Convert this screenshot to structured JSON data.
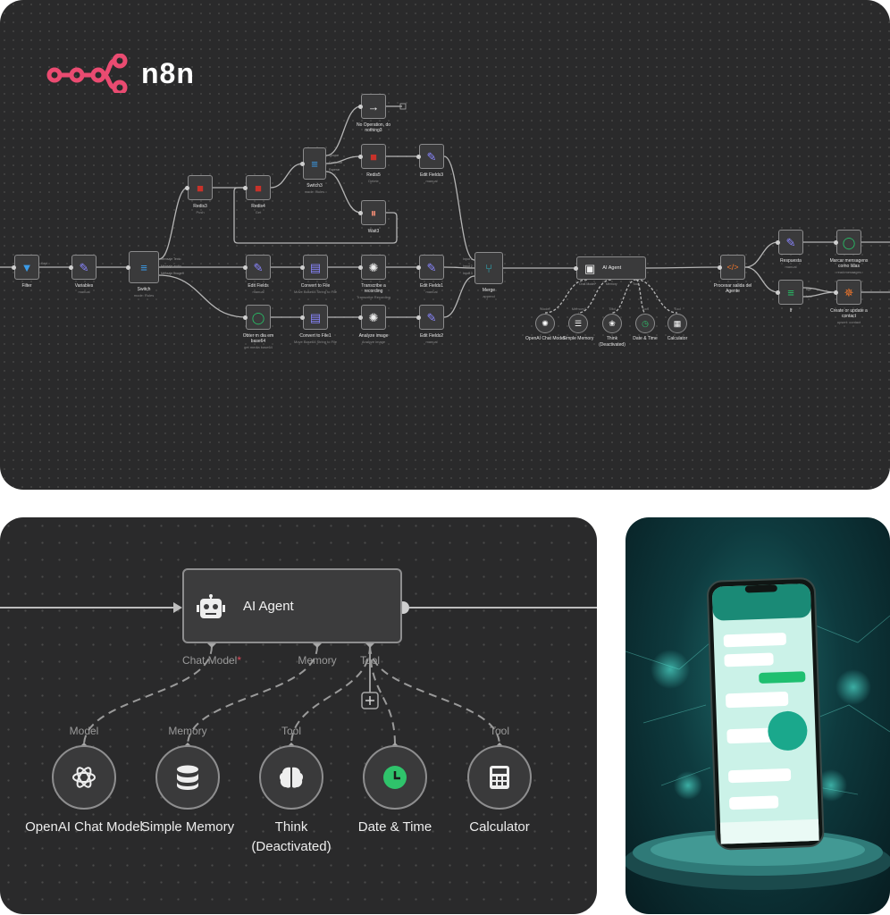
{
  "brand": {
    "logo_text": "n8n",
    "accent": "#ea4b71"
  },
  "workflow": {
    "nodes": [
      {
        "id": "filter",
        "name": "Filter",
        "subtitle": "",
        "icon": "filter-icon"
      },
      {
        "id": "variables",
        "name": "Variables",
        "subtitle": "manual",
        "icon": "pencil-icon"
      },
      {
        "id": "switch",
        "name": "Switch",
        "subtitle": "mode: Rules",
        "icon": "switch-icon"
      },
      {
        "id": "redis3",
        "name": "Redis3",
        "subtitle": "Push",
        "icon": "redis-icon"
      },
      {
        "id": "redis4",
        "name": "Redis4",
        "subtitle": "Get",
        "icon": "redis-icon"
      },
      {
        "id": "switch3",
        "name": "Switch3",
        "subtitle": "mode: Rules",
        "icon": "switch-icon"
      },
      {
        "id": "noop",
        "name": "No Operation, do nothing3",
        "subtitle": "",
        "icon": "arrow-right-icon"
      },
      {
        "id": "redis5",
        "name": "Redis5",
        "subtitle": "Delete",
        "icon": "redis-icon"
      },
      {
        "id": "edit3",
        "name": "Edit Fields3",
        "subtitle": "manual",
        "icon": "pencil-icon"
      },
      {
        "id": "wait3",
        "name": "Wait3",
        "subtitle": "",
        "icon": "pause-icon"
      },
      {
        "id": "edit",
        "name": "Edit Fields",
        "subtitle": "manual",
        "icon": "pencil-icon"
      },
      {
        "id": "conv",
        "name": "Convert to File",
        "subtitle": "Move Base64 String to File",
        "icon": "file-icon"
      },
      {
        "id": "trans",
        "name": "Transcribe a recording",
        "subtitle": "Transcribe Recording",
        "icon": "openai-icon"
      },
      {
        "id": "edit1",
        "name": "Edit Fields1",
        "subtitle": "manual",
        "icon": "pencil-icon"
      },
      {
        "id": "merge",
        "name": "Merge",
        "subtitle": "append",
        "icon": "merge-icon"
      },
      {
        "id": "obter",
        "name": "Obter m dia em base64",
        "subtitle": "get media base64",
        "icon": "chat-icon"
      },
      {
        "id": "conv1",
        "name": "Convert to File1",
        "subtitle": "Move Base64 String to File",
        "icon": "file-icon"
      },
      {
        "id": "analyze",
        "name": "Analyze image",
        "subtitle": "Analyze image",
        "icon": "openai-icon"
      },
      {
        "id": "edit2",
        "name": "Edit Fields2",
        "subtitle": "manual",
        "icon": "pencil-icon"
      },
      {
        "id": "agent",
        "name": "AI Agent",
        "subtitle": "",
        "icon": "robot-icon"
      },
      {
        "id": "procesar",
        "name": "Procesar salida del Agente",
        "subtitle": "",
        "icon": "code-icon"
      },
      {
        "id": "resp",
        "name": "Respuesta",
        "subtitle": "manual",
        "icon": "pencil-icon"
      },
      {
        "id": "marcar",
        "name": "Marcar mensagens como lidas",
        "subtitle": "read messages",
        "icon": "chat-icon"
      },
      {
        "id": "if",
        "name": "If",
        "subtitle": "",
        "icon": "if-icon"
      },
      {
        "id": "hub",
        "name": "Create or update a contact",
        "subtitle": "upsert: contact",
        "icon": "hubspot-icon"
      }
    ],
    "port_labels": {
      "filter": [
        "Kept"
      ],
      "switch": [
        "Mensaje Texto",
        "Mensaje audio",
        "Mensaje imagen"
      ],
      "switch3": [
        "Ignorar",
        "Continuar",
        "Esperar"
      ],
      "merge": [
        "Input 1",
        "Input 2",
        "Input 3"
      ],
      "if": [
        "true",
        "false"
      ],
      "agent": [
        "Chat Model*",
        "Memory",
        "Tool"
      ]
    },
    "agent_tools": [
      {
        "name": "OpenAI Chat Model",
        "port": "Model",
        "icon": "openai-icon"
      },
      {
        "name": "Simple Memory",
        "port": "Memory",
        "icon": "database-icon"
      },
      {
        "name": "Think",
        "status": "(Deactivated)",
        "port": "Tool",
        "icon": "brain-icon"
      },
      {
        "name": "Date & Time",
        "port": "Tool",
        "icon": "clock-icon"
      },
      {
        "name": "Calculator",
        "port": "Tool",
        "icon": "calculator-icon"
      }
    ]
  },
  "zoomed": {
    "agent_title": "AI Agent",
    "ports": [
      "Chat Model",
      "Memory",
      "Tool"
    ],
    "required_mark": "*",
    "tools": [
      {
        "port": "Model",
        "name": "OpenAI Chat Model"
      },
      {
        "port": "Memory",
        "name": "Simple Memory"
      },
      {
        "port": "Tool",
        "name": "Think",
        "status": "(Deactivated)"
      },
      {
        "port": "Tool",
        "name": "Date & Time"
      },
      {
        "port": "Tool",
        "name": "Calculator"
      }
    ]
  }
}
